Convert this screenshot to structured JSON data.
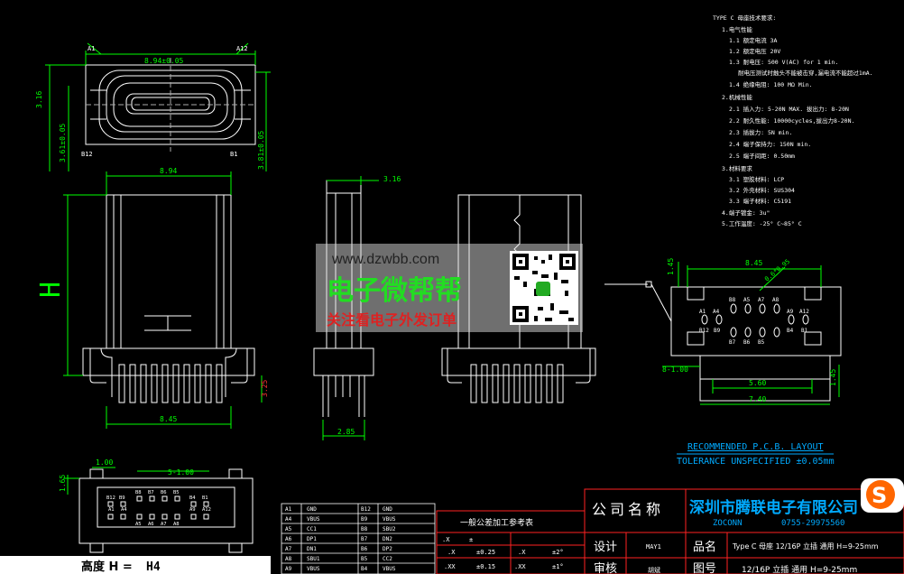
{
  "colors": {
    "bg": "#000000",
    "line": "#ffffff",
    "dim": "#00ff00",
    "pin": "#ff3030",
    "note": "#ffffff",
    "title": "#00a0ff",
    "table_red": "#ff2020",
    "watermark_green": "#3cff3c",
    "watermark_red": "#e02020"
  },
  "notes": {
    "title": "TYPE C 母座技术要求:",
    "s1": "1.电气性能",
    "s1_1": "1.1 额定电流 3A",
    "s1_2": "1.2 额定电压 20V",
    "s1_3": "1.3 耐电压: 500 V(AC) for 1 min.",
    "s1_3b": "耐电压测试时触头不能被击穿,漏电流不能超过1mA.",
    "s1_4": "1.4 绝缘电阻: 100 MΩ Min.",
    "s2": "2.机械性能",
    "s2_1": "2.1 插入力: 5-20N MAX. 拔出力: 8-20N",
    "s2_2": "2.2 耐久性能: 10000cycles,拔出力8-20N.",
    "s2_3": "2.3 插拔力: 5N min.",
    "s2_4": "2.4 端子保持力: 150N min.",
    "s2_5": "2.5 端子间距: 0.50mm",
    "s3": "3.材料要求",
    "s3_1": "3.1 塑胶材料: LCP",
    "s3_2": "3.2 外壳材料: SUS304",
    "s3_3": "3.3 端子材料: C5191",
    "s4": "4.端子镀金: 3u\"",
    "s5": "5.工作温度: -25° C~85° C"
  },
  "top_view": {
    "pin_a1": "A1",
    "pin_a12": "A12",
    "pin_b12": "B12",
    "pin_b1": "B1",
    "dim_width": "8.94±0.05",
    "dim_h": "3.16",
    "dim_l": "3.61±0.05",
    "dim_r": "3.81±0.05"
  },
  "front_view": {
    "dim_top": "8.94",
    "dim_bottom": "8.45",
    "dim_h_label": "H",
    "dim_side": "3.25"
  },
  "side_view": {
    "dim_top": "3.16",
    "dim_bottom": "2.85"
  },
  "pcb": {
    "dim_top": "8.45",
    "dim_left": "1.45",
    "dim_diag": "0.6*0.95",
    "dim_bottom1": "5.60",
    "dim_bottom2": "7.40",
    "dim_left2": "8-1.00",
    "dim_right": "1.45",
    "pins_top": [
      "A1",
      "A4",
      "B8",
      "A5",
      "A7",
      "A8",
      "A9",
      "A12"
    ],
    "pins_bottom": [
      "B12",
      "B9",
      "B7",
      "B6",
      "B5",
      "B4",
      "B1"
    ],
    "caption1": "RECOMMENDED  P.C.B. LAYOUT",
    "caption2": "TOLERANCE UNSPECIFIED ±0.05mm"
  },
  "bottom_view": {
    "dim_a": "1.00",
    "dim_b": "5-1.00",
    "dim_c": "1.65",
    "pins_top": [
      "B12",
      "B9",
      "B8",
      "B7",
      "B6",
      "B5",
      "B4",
      "B1"
    ],
    "pins_bottom": [
      "A1",
      "A4",
      "A5",
      "A6",
      "A7",
      "A8",
      "A9",
      "A12"
    ]
  },
  "height_label": "高度 H =",
  "height_value": "H4",
  "pin_table": [
    [
      "A1",
      "GND",
      "B12",
      "GND"
    ],
    [
      "A4",
      "VBUS",
      "B9",
      "VBUS"
    ],
    [
      "A5",
      "CC1",
      "B8",
      "SBU2"
    ],
    [
      "A6",
      "DP1",
      "B7",
      "DN2"
    ],
    [
      "A7",
      "DN1",
      "B6",
      "DP2"
    ],
    [
      "A8",
      "SBU1",
      "B5",
      "CC2"
    ],
    [
      "A9",
      "VBUS",
      "B4",
      "VBUS"
    ]
  ],
  "tol_table": {
    "title": "一般公差加工参考表",
    "r1": [
      ".X",
      "±",
      "",
      ""
    ],
    "r2": [
      ".X",
      "±0.25",
      ".X",
      "±2°"
    ],
    "r3": [
      ".XX",
      "±0.15",
      ".XX",
      "±1°"
    ]
  },
  "title_block": {
    "company_label": "公司名称",
    "company_name": "深圳市腾联电子有限公司",
    "company_en": "ZOCONN",
    "phone": "0755-29975560",
    "design_label": "设计",
    "design_value": "MAY1",
    "product_label": "品名",
    "product_value": "Type C 母座 12/16P 立插 通用 H=9-25mm",
    "review_label": "审核",
    "review_value": "胡斌",
    "drawing_label": "图号",
    "drawing_value": "12/16P 立插 通用 H=9-25mm"
  },
  "watermark": {
    "url": "www.dzwbb.com",
    "name": "电子微帮帮",
    "slogan": "关注看电子外发订单"
  },
  "logo": "S"
}
